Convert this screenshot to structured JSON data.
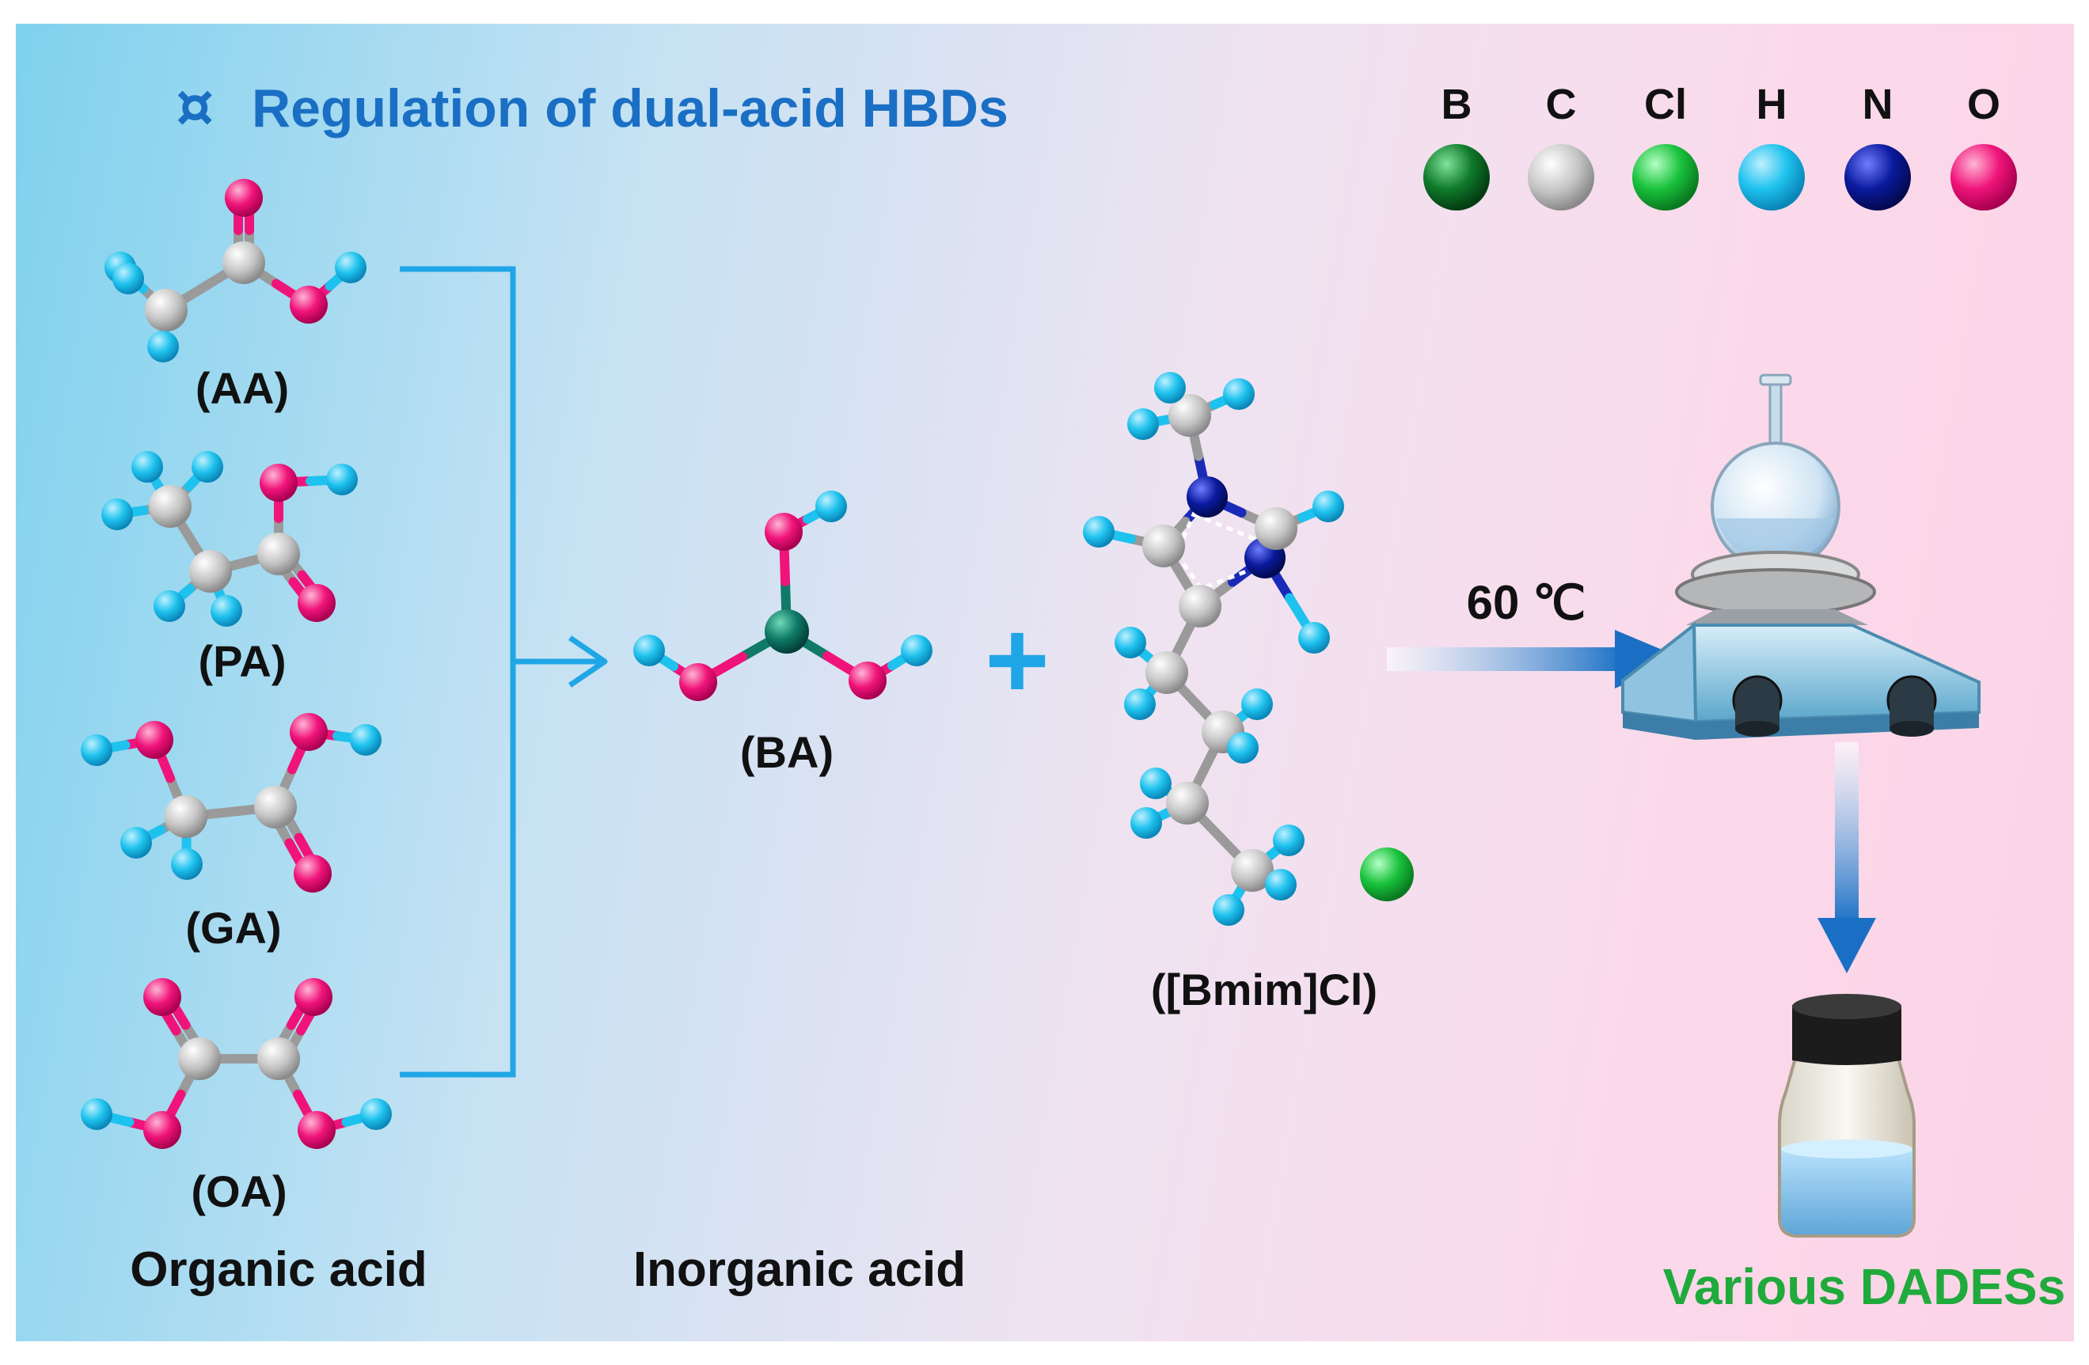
{
  "title": "Regulation of dual-acid HBDs",
  "title_symbol": "¤",
  "legend": [
    {
      "element": "B",
      "color": "#0f7a2a"
    },
    {
      "element": "C",
      "color": "#c8c8c8"
    },
    {
      "element": "Cl",
      "color": "#19c23c"
    },
    {
      "element": "H",
      "color": "#1ec2ee"
    },
    {
      "element": "N",
      "color": "#0a1a9e"
    },
    {
      "element": "O",
      "color": "#f0147a"
    }
  ],
  "molecules": {
    "aa": "(AA)",
    "pa": "(PA)",
    "ga": "(GA)",
    "oa": "(OA)",
    "ba": "(BA)",
    "bmim": "([Bmim]Cl)"
  },
  "plus": "+",
  "category_organic": "Organic acid",
  "category_inorganic": "Inorganic acid",
  "condition": "60 ℃",
  "product": "Various DADESs",
  "colors": {
    "title": "#1a6fc4",
    "product": "#1faa3c",
    "accent": "#1fa6e6",
    "arrow": "#1a6fc4"
  }
}
